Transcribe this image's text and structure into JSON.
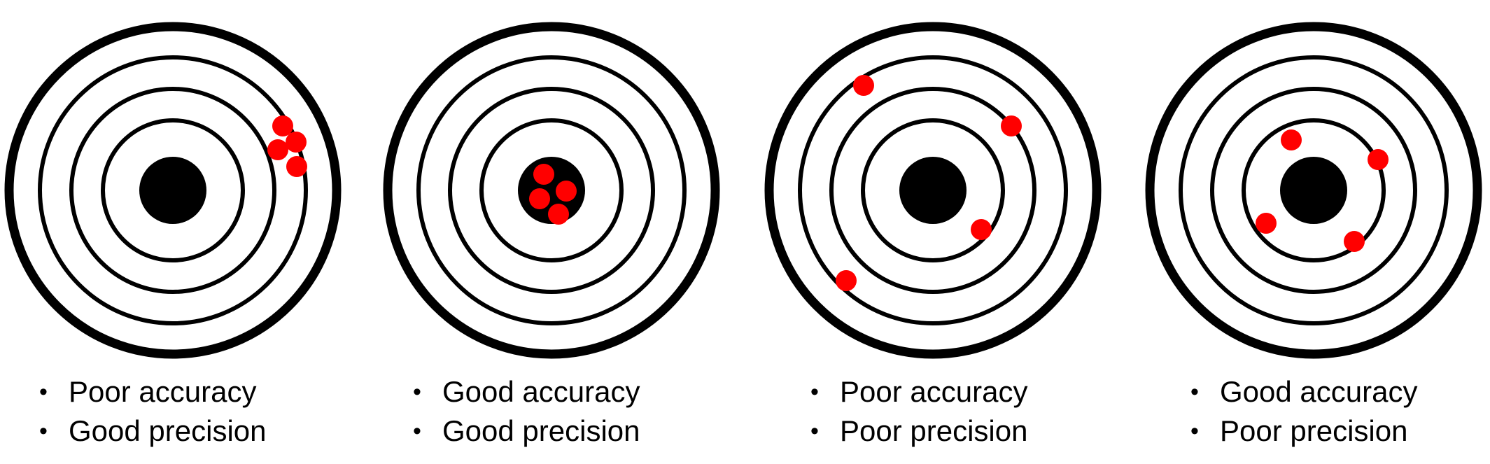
{
  "colors": {
    "ring": "#000000",
    "bullseye": "#000000",
    "shot": "#ff0000",
    "background": "#ffffff"
  },
  "panels": [
    {
      "bullets": [
        "Poor accuracy",
        "Good precision"
      ]
    },
    {
      "bullets": [
        "Good accuracy",
        "Good precision"
      ]
    },
    {
      "bullets": [
        "Poor accuracy",
        "Poor precision"
      ]
    },
    {
      "bullets": [
        "Good accuracy",
        "Poor precision"
      ]
    }
  ]
}
